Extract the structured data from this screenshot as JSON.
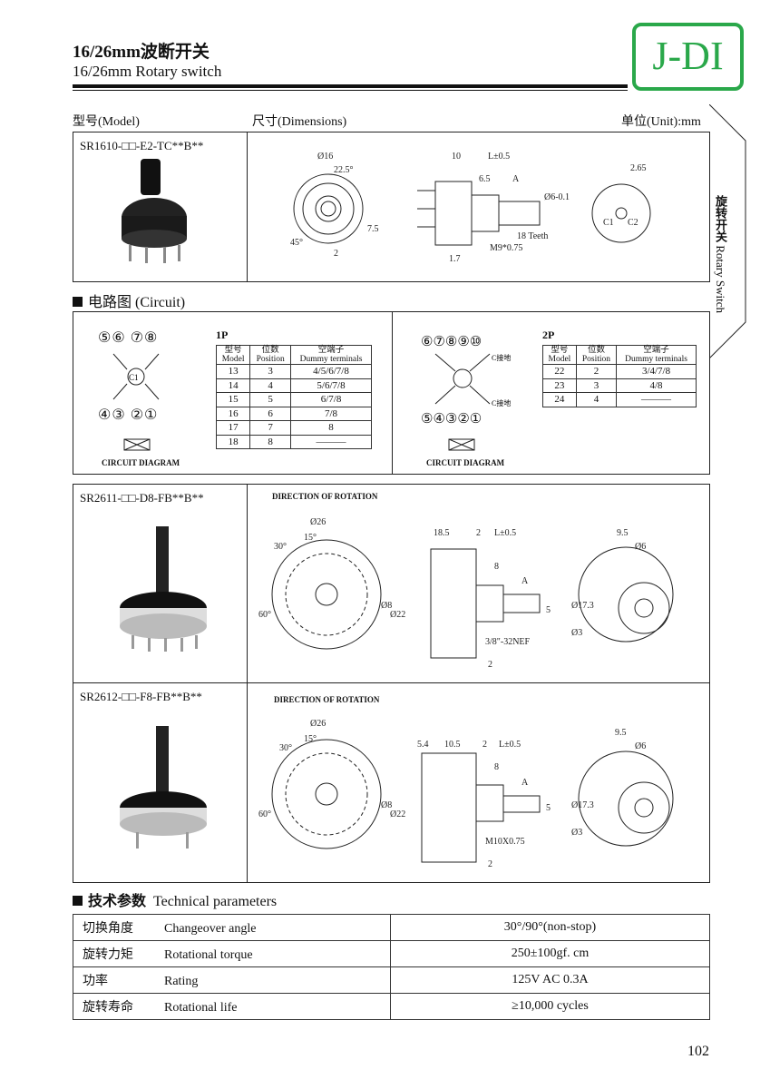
{
  "header": {
    "title_cn": "16/26mm波断开关",
    "title_en": "16/26mm  Rotary switch",
    "logo": "J-DI"
  },
  "columns": {
    "model": "型号(Model)",
    "dimensions": "尺寸(Dimensions)",
    "unit": "单位(Unit):mm"
  },
  "side_tab": {
    "cn": "旋转开关",
    "en": "Rotary Switch"
  },
  "products": [
    {
      "model": "SR1610-□□-E2-TC**B**",
      "dims": [
        "Ø16",
        "22.5°",
        "45°",
        "7.5",
        "2",
        "10",
        "L±0.5",
        "6.5",
        "A",
        "Ø6-0.1",
        "18 Teeth",
        "M9*0.75",
        "1.7",
        "2.65",
        "C1",
        "C2"
      ]
    },
    {
      "model": "SR2611-□□-D8-FB**B**",
      "direction": "DIRECTION OF ROTATION",
      "dims": [
        "Ø26",
        "30°",
        "15°",
        "60°",
        "Ø8",
        "Ø22",
        "18.5",
        "2",
        "L±0.5",
        "8",
        "A",
        "5",
        "3/8\"-32NEF",
        "2",
        "9.5",
        "Ø6",
        "Ø17.3",
        "Ø3"
      ]
    },
    {
      "model": "SR2612-□□-F8-FB**B**",
      "direction": "DIRECTION OF ROTATION",
      "dims": [
        "Ø26",
        "30°",
        "15°",
        "60°",
        "Ø8",
        "Ø22",
        "5.4",
        "10.5",
        "2",
        "L±0.5",
        "8",
        "A",
        "5",
        "M10X0.75",
        "2",
        "9.5",
        "Ø6",
        "Ø17.3",
        "Ø3"
      ]
    }
  ],
  "circuit": {
    "title": "电路图 (Circuit)",
    "diagram_label": "CIRCUIT DIAGRAM",
    "p1": {
      "label": "1P",
      "pins_top": "⑤⑥  ⑦⑧",
      "pins_bottom": "④③  ②①",
      "center": "C1",
      "headers": [
        [
          "型号",
          "Model"
        ],
        [
          "位数",
          "Position"
        ],
        [
          "空端子",
          "Dummy terminals"
        ]
      ],
      "rows": [
        [
          "13",
          "3",
          "4/5/6/7/8"
        ],
        [
          "14",
          "4",
          "5/6/7/8"
        ],
        [
          "15",
          "5",
          "6/7/8"
        ],
        [
          "16",
          "6",
          "7/8"
        ],
        [
          "17",
          "7",
          "8"
        ],
        [
          "18",
          "8",
          "———"
        ]
      ]
    },
    "p2": {
      "label": "2P",
      "pins_top": "⑥⑦⑧⑨⑩",
      "pins_bottom": "⑤④③②①",
      "gnd": "C接地",
      "headers": [
        [
          "型号",
          "Model"
        ],
        [
          "位数",
          "Position"
        ],
        [
          "空端子",
          "Dummy terminals"
        ]
      ],
      "rows": [
        [
          "22",
          "2",
          "3/4/7/8"
        ],
        [
          "23",
          "3",
          "4/8"
        ],
        [
          "24",
          "4",
          "———"
        ]
      ]
    }
  },
  "tech": {
    "title_cn": "技术参数",
    "title_en": "Technical parameters",
    "rows": [
      {
        "cn": "切换角度",
        "en": "Changeover angle",
        "value": "30°/90°(non-stop)"
      },
      {
        "cn": "旋转力矩",
        "en": "Rotational torque",
        "value": "250±100gf. cm"
      },
      {
        "cn": "功率",
        "en": "Rating",
        "value": "125V AC 0.3A"
      },
      {
        "cn": "旋转寿命",
        "en": "Rotational  life",
        "value": "≥10,000 cycles"
      }
    ]
  },
  "page_number": "102"
}
